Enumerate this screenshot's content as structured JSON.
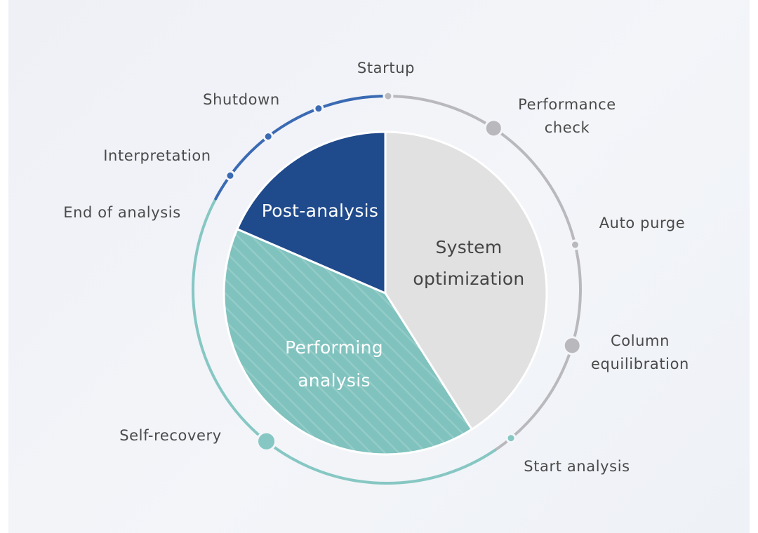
{
  "colors": {
    "system_optimization": "#e1e1e1",
    "performing_analysis": "#7fc2be",
    "post_analysis": "#1f4a8c",
    "gray_ring": "#b9b9bd",
    "blue_ring": "#3a6ab3",
    "teal_ring": "#86c7c3",
    "text_dark": "#444444",
    "text_light": "#ffffff"
  },
  "phases": [
    {
      "id": "system-optimization",
      "lines": [
        "System",
        "optimization"
      ],
      "share": 0.41,
      "color_key": "system_optimization",
      "text_color_key": "text_dark"
    },
    {
      "id": "performing-analysis",
      "lines": [
        "Performing",
        "analysis"
      ],
      "share": 0.405,
      "color_key": "performing_analysis",
      "text_color_key": "text_light"
    },
    {
      "id": "post-analysis",
      "lines": [
        "Post-analysis"
      ],
      "share": 0.185,
      "color_key": "post_analysis",
      "text_color_key": "text_light"
    }
  ],
  "ring_arcs": [
    {
      "id": "gray",
      "color_key": "gray_ring"
    },
    {
      "id": "teal",
      "color_key": "teal_ring"
    },
    {
      "id": "blue",
      "color_key": "blue_ring"
    }
  ],
  "steps": [
    {
      "id": "startup",
      "lines": [
        "Startup"
      ],
      "marker": "small",
      "color_key": "gray_ring"
    },
    {
      "id": "performance-check",
      "lines": [
        "Performance",
        "check"
      ],
      "marker": "large",
      "color_key": "gray_ring"
    },
    {
      "id": "auto-purge",
      "lines": [
        "Auto purge"
      ],
      "marker": "small",
      "color_key": "gray_ring"
    },
    {
      "id": "column-equilibration",
      "lines": [
        "Column",
        "equilibration"
      ],
      "marker": "large",
      "color_key": "gray_ring"
    },
    {
      "id": "start-analysis",
      "lines": [
        "Start analysis"
      ],
      "marker": "small",
      "color_key": "teal_ring"
    },
    {
      "id": "self-recovery",
      "lines": [
        "Self-recovery"
      ],
      "marker": "large",
      "color_key": "teal_ring"
    },
    {
      "id": "end-of-analysis",
      "lines": [
        "End of analysis"
      ],
      "marker": "small",
      "color_key": "blue_ring"
    },
    {
      "id": "interpretation",
      "lines": [
        "Interpretation"
      ],
      "marker": "small",
      "color_key": "blue_ring"
    },
    {
      "id": "shutdown",
      "lines": [
        "Shutdown"
      ],
      "marker": "small",
      "color_key": "blue_ring"
    }
  ]
}
